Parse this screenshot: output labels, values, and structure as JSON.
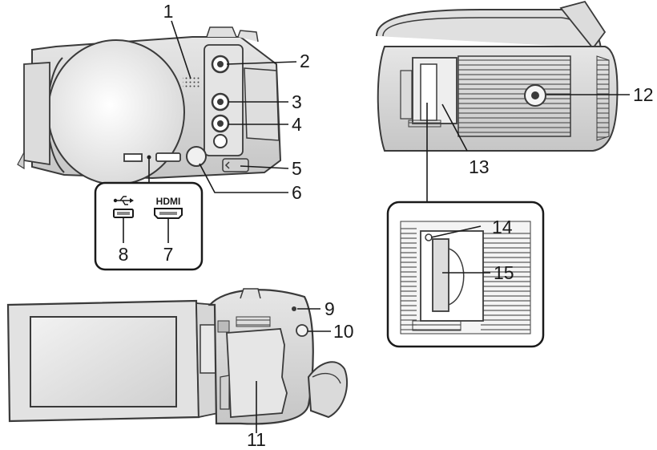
{
  "callouts": [
    {
      "id": "1",
      "text": "1"
    },
    {
      "id": "2",
      "text": "2"
    },
    {
      "id": "3",
      "text": "3"
    },
    {
      "id": "4",
      "text": "4"
    },
    {
      "id": "5",
      "text": "5"
    },
    {
      "id": "6",
      "text": "6"
    },
    {
      "id": "7",
      "text": "7"
    },
    {
      "id": "8",
      "text": "8"
    },
    {
      "id": "9",
      "text": "9"
    },
    {
      "id": "10",
      "text": "10"
    },
    {
      "id": "11",
      "text": "11"
    },
    {
      "id": "12",
      "text": "12"
    },
    {
      "id": "13",
      "text": "13"
    },
    {
      "id": "14",
      "text": "14"
    },
    {
      "id": "15",
      "text": "15"
    }
  ],
  "ports": {
    "hdmi_label": "HDMI",
    "usb_icon": "usb-icon"
  },
  "colors": {
    "outline": "#3a3a3a",
    "body_fill": "#d4d4d4",
    "light_fill": "#ececec",
    "dark_fill": "#555555",
    "text": "#1a1a1a"
  }
}
